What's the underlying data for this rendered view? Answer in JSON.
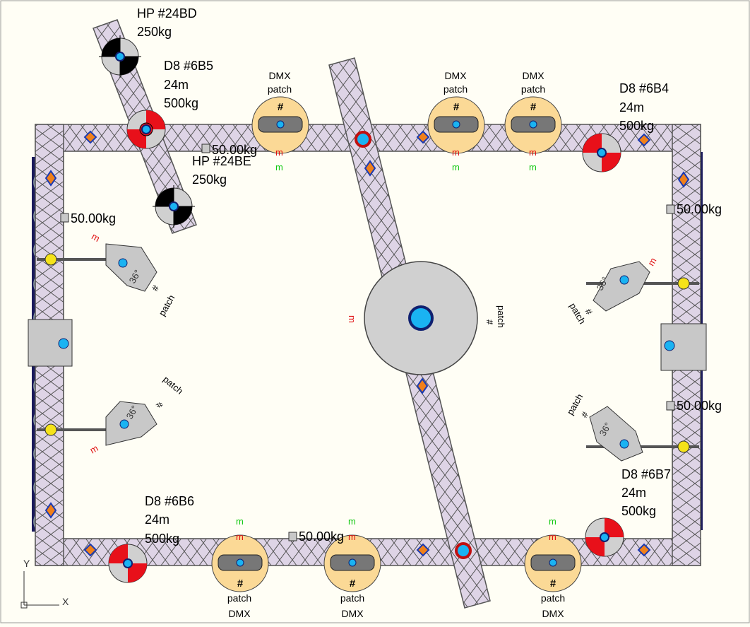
{
  "labels": {
    "hp_24bd": {
      "line1": "HP  #24BD",
      "line2": "250kg"
    },
    "hp_24be": {
      "line1": "HP  #24BE",
      "line2": "250kg"
    },
    "d8_6b5": {
      "line1": "D8  #6B5",
      "line2": "24m",
      "line3": "500kg"
    },
    "d8_6b4": {
      "line1": "D8  #6B4",
      "line2": "24m",
      "line3": "500kg"
    },
    "d8_6b6": {
      "line1": "D8  #6B6",
      "line2": "24m",
      "line3": "500kg"
    },
    "d8_6b7": {
      "line1": "D8  #6B7",
      "line2": "24m",
      "line3": "500kg"
    }
  },
  "weights": {
    "top": "50.00kg",
    "left": "50.00kg",
    "right_top": "50.00kg",
    "right_bottom": "50.00kg",
    "bottom": "50.00kg"
  },
  "fixtures": {
    "dmx_label": "DMX",
    "patch_label": "patch",
    "hash": "#",
    "m": "m",
    "angle": "36°"
  },
  "axis": {
    "x": "X",
    "y": "Y"
  },
  "colors": {
    "background": "#fffef5",
    "truss": "#d9cfe0",
    "red": "#e8101a",
    "fixture_fill": "#fbd996",
    "drape": "#1a1a5c",
    "marker_blue": "#1ab3f2",
    "m_red": "#e01010",
    "m_green": "#12c812"
  }
}
